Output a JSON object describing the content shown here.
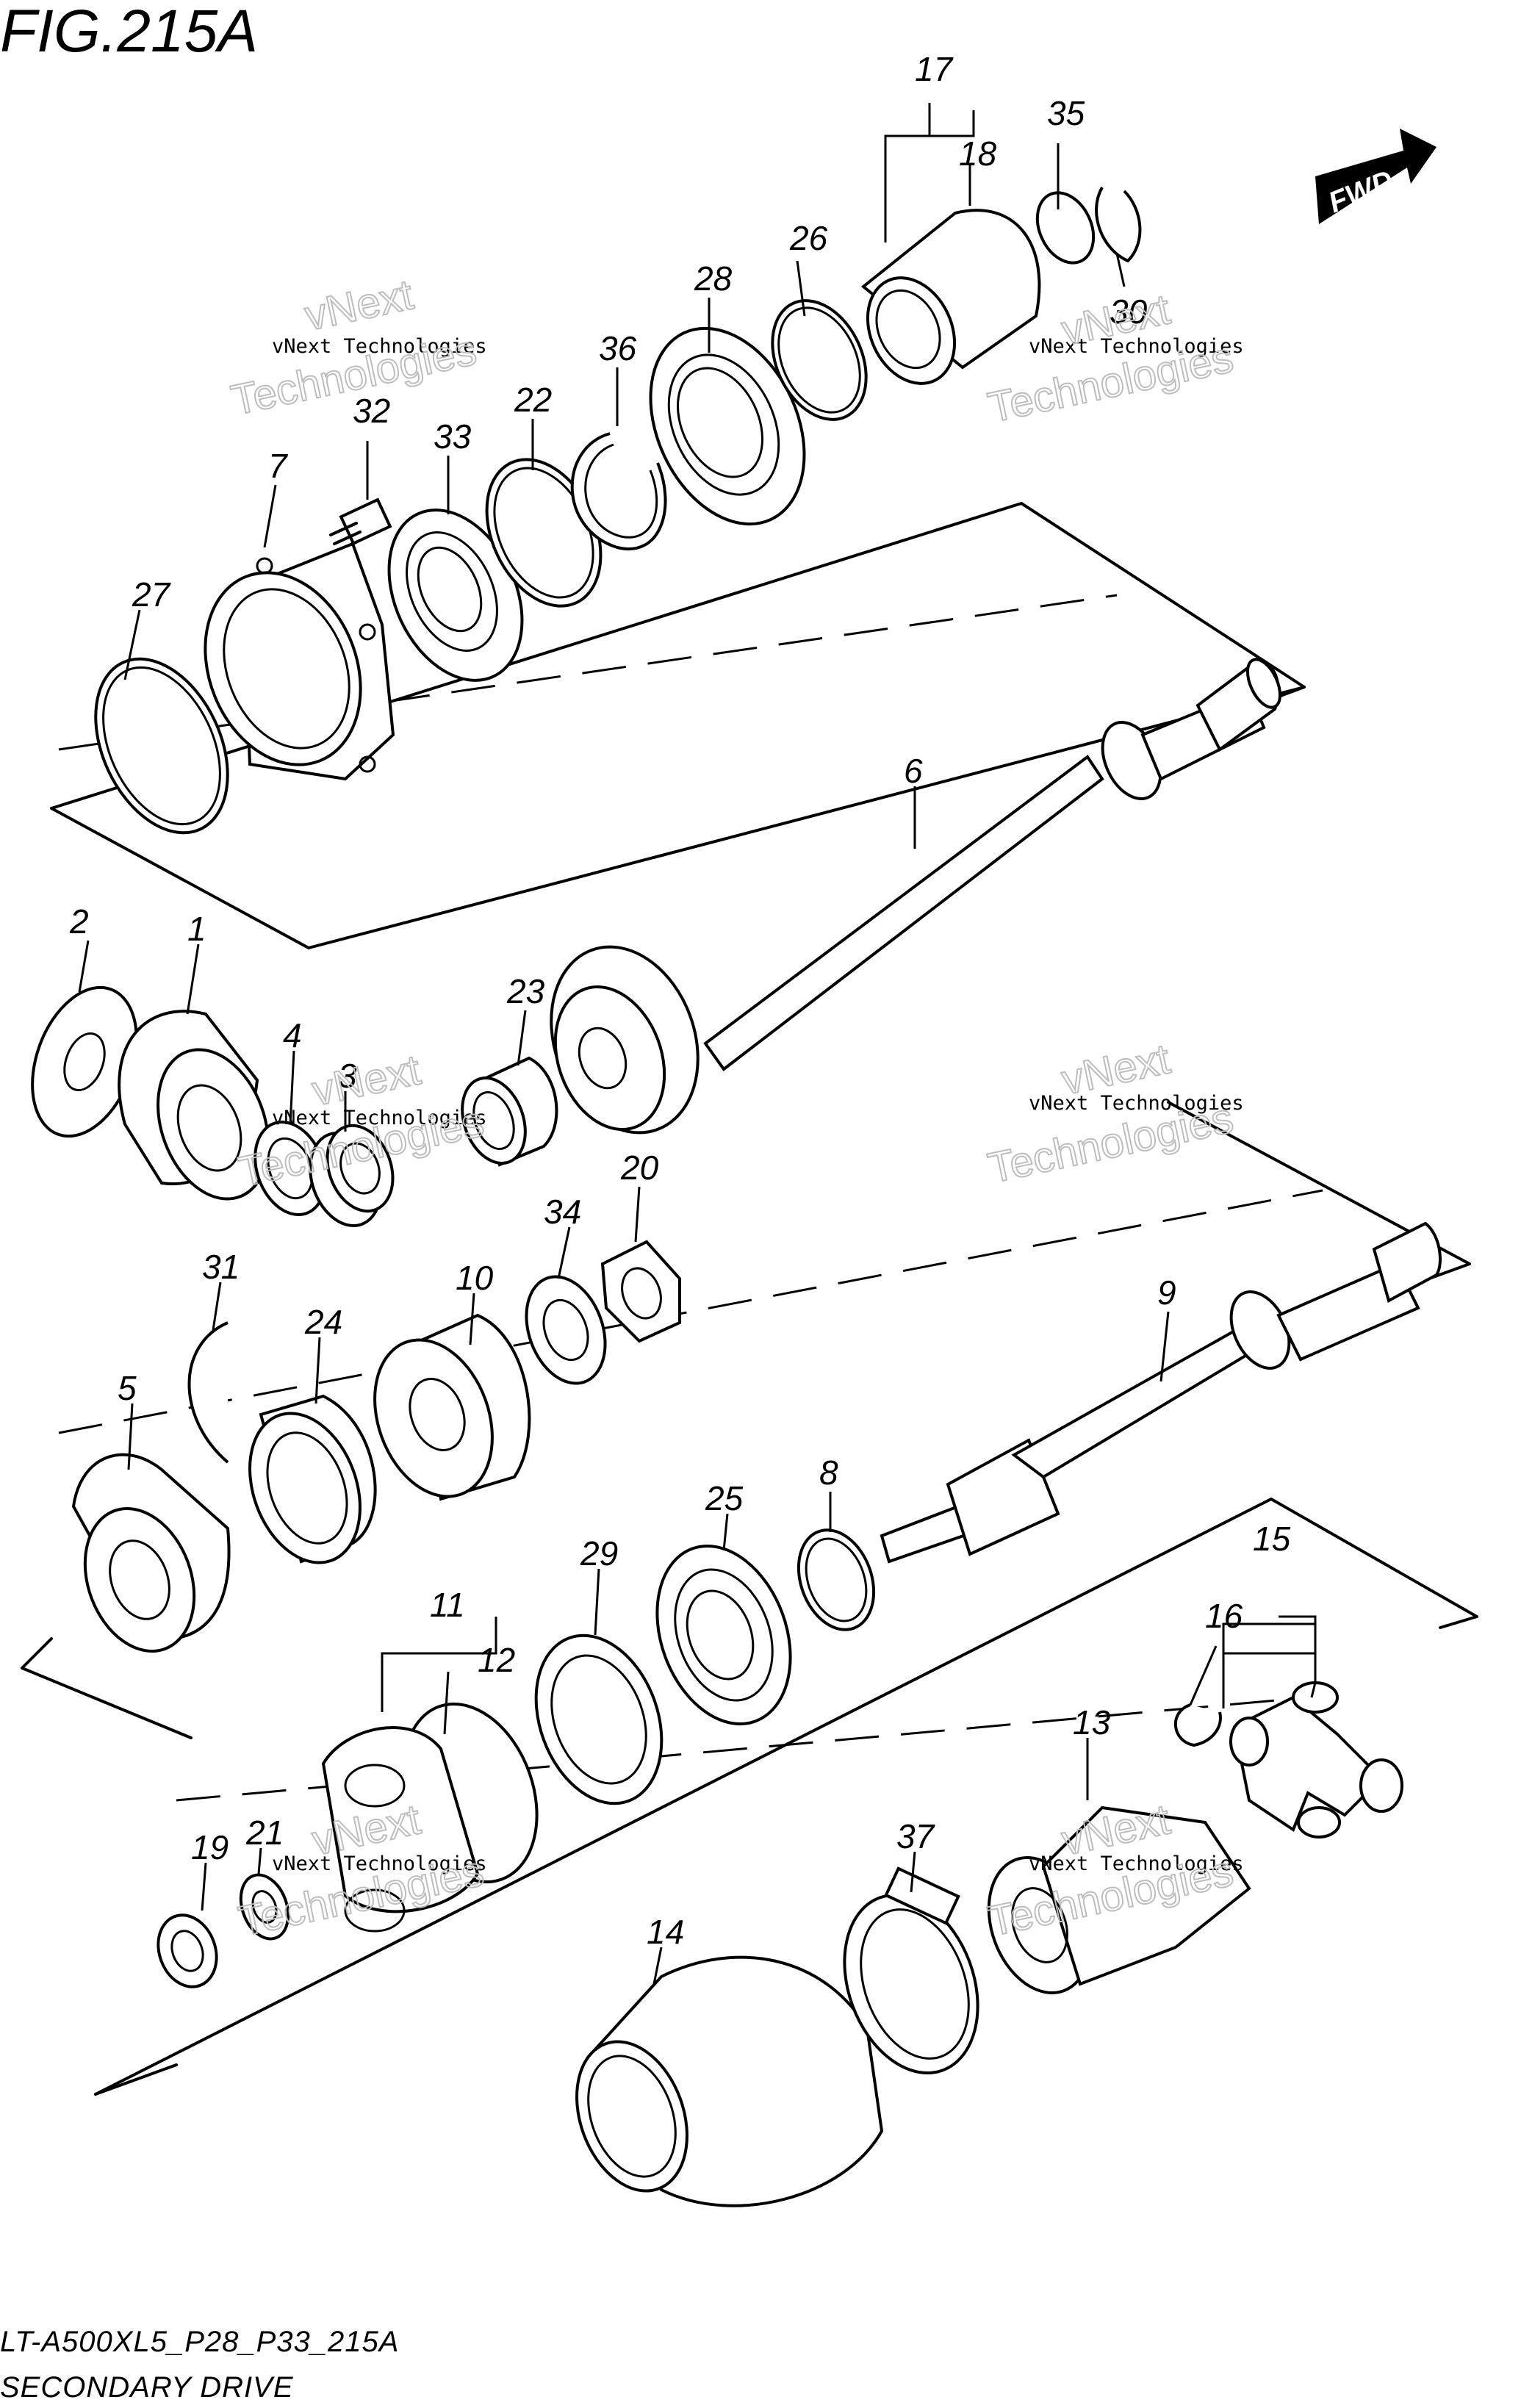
{
  "figure_title": "FIG.215A",
  "footer": {
    "model_code": "LT-A500XL5_P28_P33_215A",
    "section_name": "SECONDARY DRIVE"
  },
  "direction_indicator": "FWD",
  "watermark": {
    "small": "vNext Technologies",
    "large": "Technologies",
    "brand": "vNext"
  },
  "callouts": {
    "c1": "1",
    "c2": "2",
    "c3": "3",
    "c4": "4",
    "c5": "5",
    "c6": "6",
    "c7": "7",
    "c8": "8",
    "c9": "9",
    "c10": "10",
    "c11": "11",
    "c12": "12",
    "c13": "13",
    "c14": "14",
    "c15": "15",
    "c16": "16",
    "c17": "17",
    "c18": "18",
    "c19": "19",
    "c20": "20",
    "c21": "21",
    "c22": "22",
    "c23": "23",
    "c24": "24",
    "c25": "25",
    "c26": "26",
    "c27": "27",
    "c28": "28",
    "c29": "29",
    "c30": "30",
    "c31": "31",
    "c32": "32",
    "c33": "33",
    "c34": "34",
    "c35": "35",
    "c36": "36",
    "c37": "37"
  }
}
